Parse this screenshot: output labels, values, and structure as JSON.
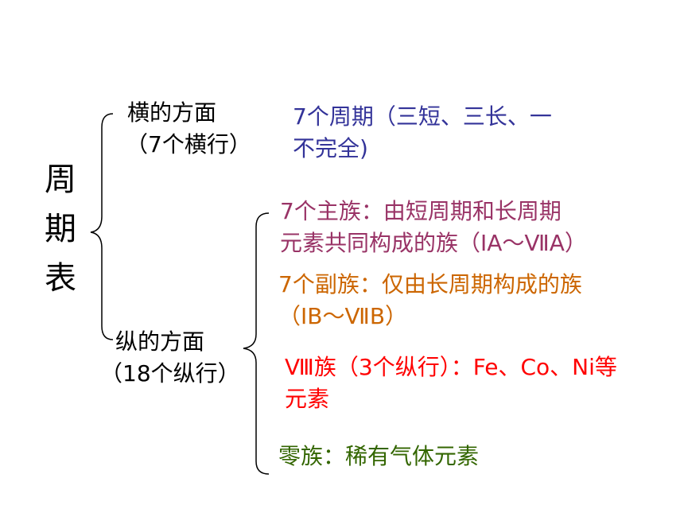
{
  "title": [
    "周",
    "期",
    "表"
  ],
  "horizontal": {
    "heading": "横的方面",
    "sub": "（7个横行）",
    "detail_line1": "7个周期（三短、三长、一",
    "detail_line2": "不完全)",
    "color": "#333399"
  },
  "vertical": {
    "heading": "纵的方面",
    "sub": "（18个纵行）",
    "items": [
      {
        "line1": "7个主族：由短周期和长周期",
        "line2": "元素共同构成的族（ⅠA～ⅦA）",
        "color": "#993366"
      },
      {
        "line1": "7个副族：仅由长周期构成的族",
        "line2": "（ⅠB～ⅦB）",
        "color": "#CC6600"
      },
      {
        "line1": "Ⅷ族（3个纵行）：Fe、Co、Ni等",
        "line2": "元素",
        "color": "#FF0000"
      },
      {
        "line1": "零族：稀有气体元素",
        "line2": "",
        "color": "#336600"
      }
    ]
  }
}
